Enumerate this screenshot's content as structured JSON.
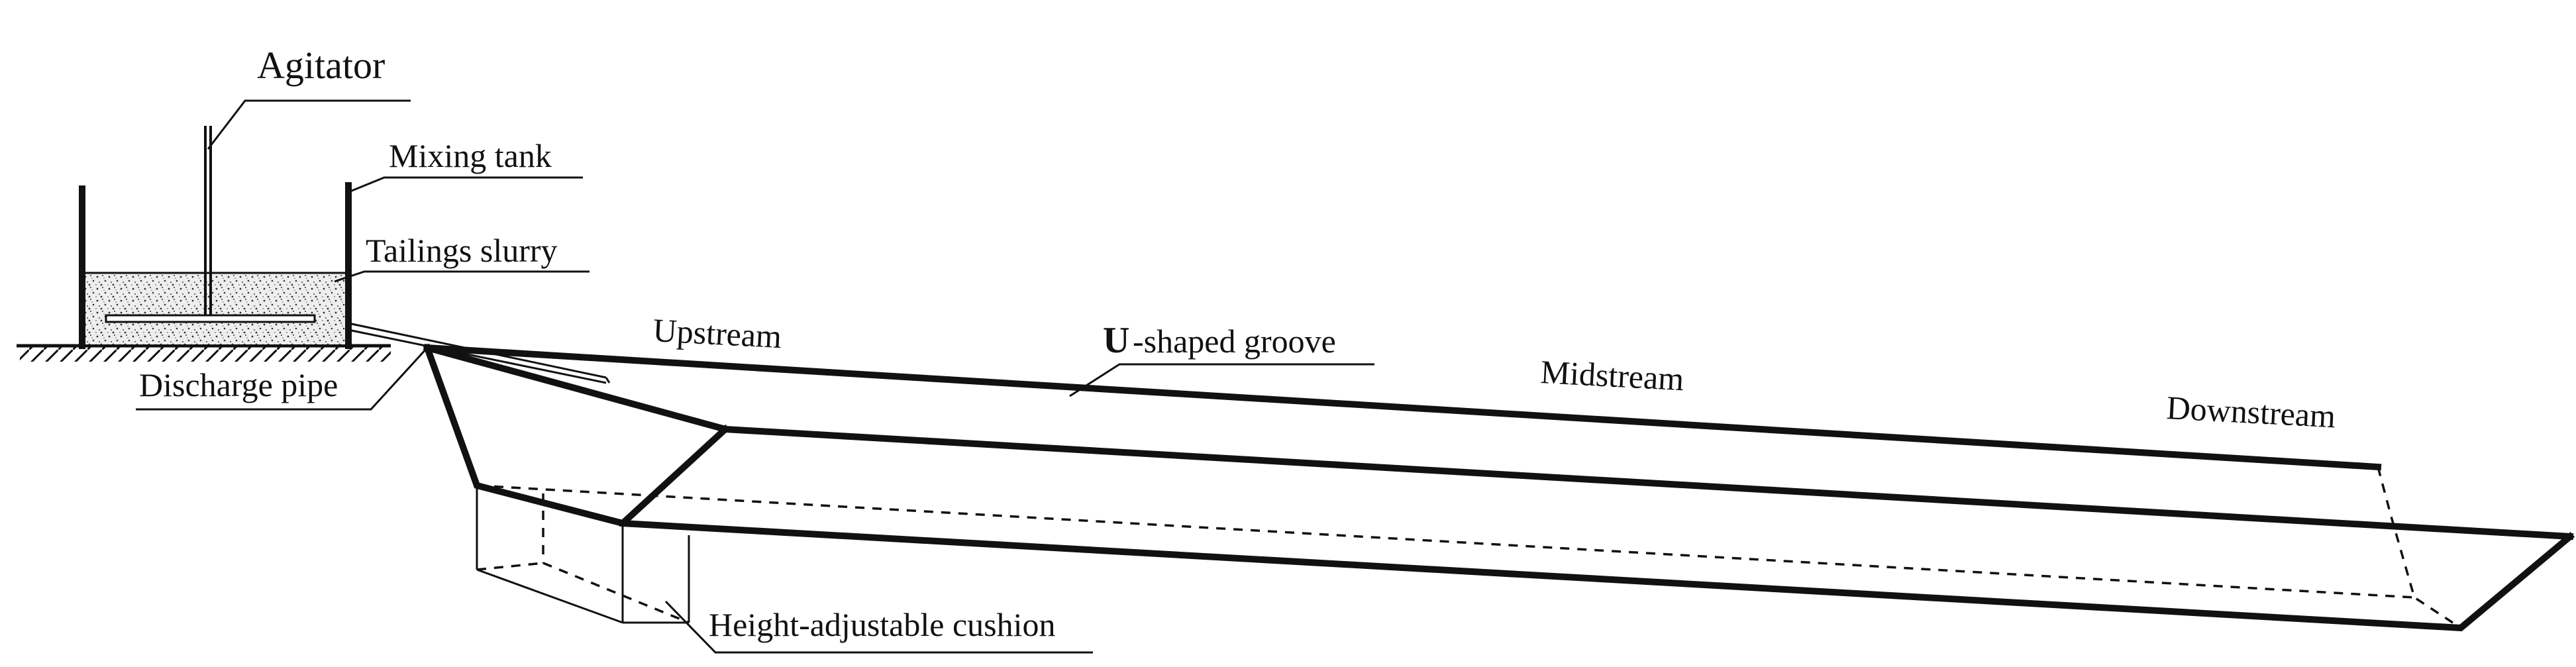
{
  "labels": {
    "agitator": "Agitator",
    "mixing_tank": "Mixing tank",
    "tailings_slurry": "Tailings slurry",
    "discharge_pipe": "Discharge pipe",
    "upstream": "Upstream",
    "groove_prefix": "U",
    "groove_suffix": "-shaped groove",
    "midstream": "Midstream",
    "downstream": "Downstream",
    "cushion": "Height-adjustable cushion"
  },
  "colors": {
    "ink": "#111111",
    "slurry_fill": "#e6e6e6",
    "background": "#ffffff"
  }
}
